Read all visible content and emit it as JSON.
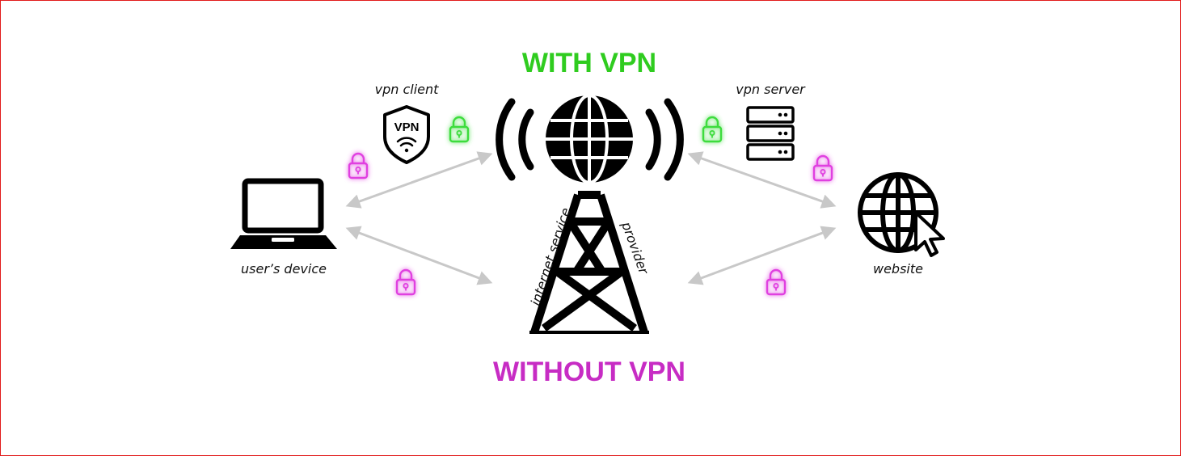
{
  "diagram": {
    "title_top": "WITH VPN",
    "title_bottom": "WITHOUT VPN",
    "labels": {
      "vpn_client": "vpn client",
      "vpn_server": "vpn server",
      "user_device": "user’s device",
      "website": "website",
      "isp_left": "internet service",
      "isp_right": "provider",
      "vpn_badge": "VPN"
    },
    "colors": {
      "with_vpn": "#2fcc1f",
      "without_vpn": "#c72cc4",
      "lock_green": "#3ddc3d",
      "lock_magenta": "#e040e0",
      "arrow": "#c8c8c8",
      "border": "#e11b1b"
    },
    "icons": [
      "laptop-icon",
      "vpn-shield-icon",
      "tower-icon",
      "server-icon",
      "globe-cursor-icon",
      "lock-icon"
    ]
  }
}
